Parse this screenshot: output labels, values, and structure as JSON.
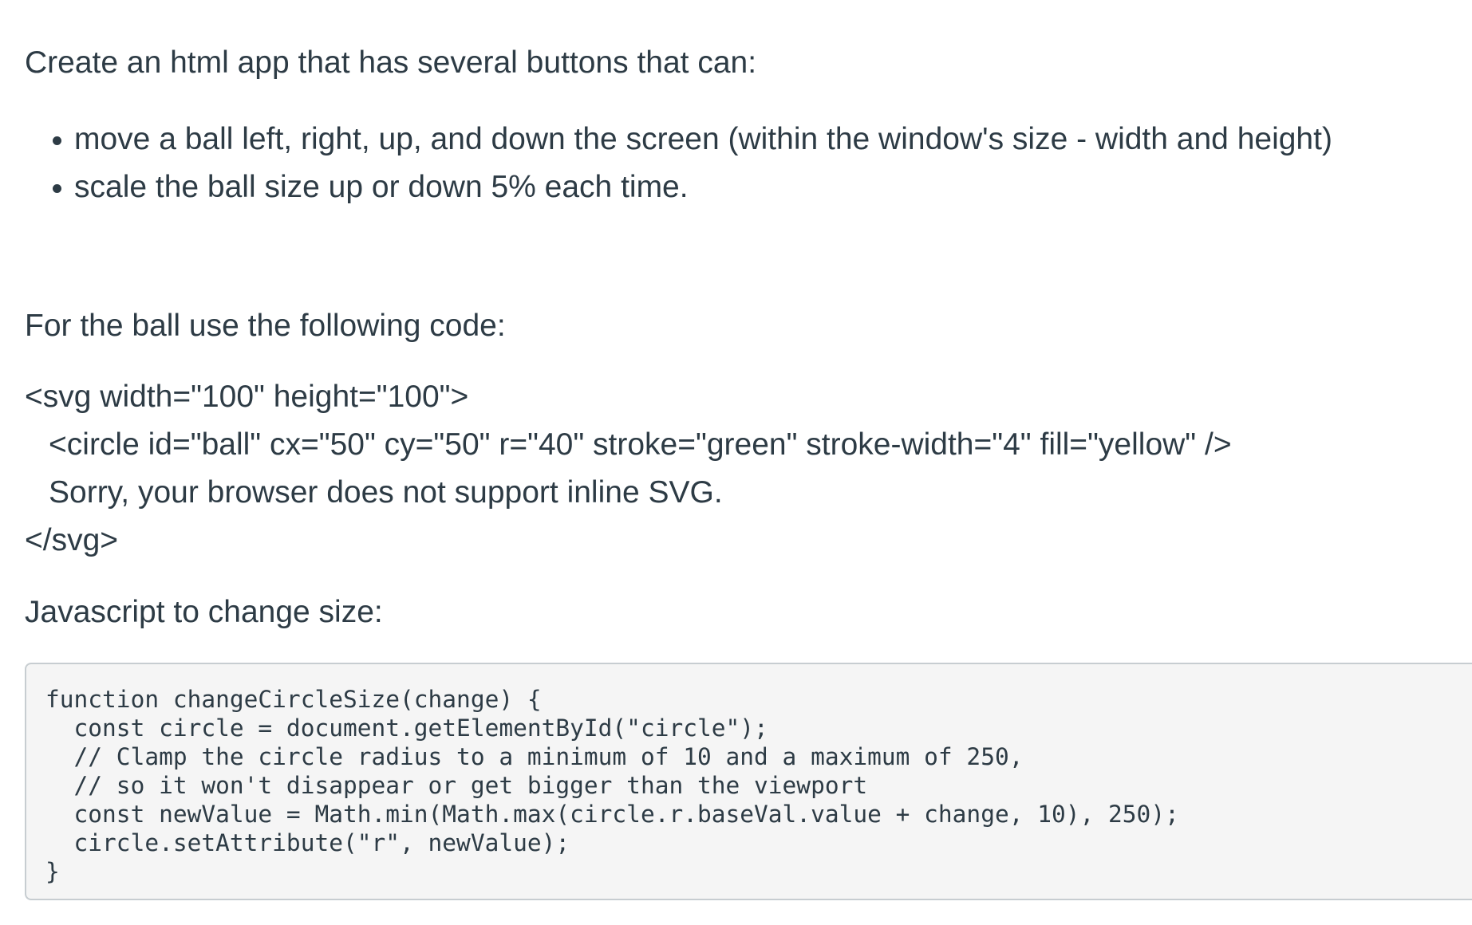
{
  "intro": "Create an html app that has several buttons that can:",
  "bullets": [
    "move a ball left, right, up, and down the screen (within the window's size - width and height)",
    "scale the ball size up or down 5% each time."
  ],
  "ball_heading": "For the ball use the following code:",
  "svg_code": [
    "<svg width=\"100\" height=\"100\">",
    "<circle id=\"ball\" cx=\"50\" cy=\"50\" r=\"40\" stroke=\"green\" stroke-width=\"4\" fill=\"yellow\" />",
    "Sorry, your browser does not support inline SVG.",
    "</svg>"
  ],
  "js_heading": "Javascript to change size:",
  "js_code": [
    "function changeCircleSize(change) {",
    "  const circle = document.getElementById(\"circle\");",
    "  // Clamp the circle radius to a minimum of 10 and a maximum of 250,",
    "  // so it won't disappear or get bigger than the viewport",
    "  const newValue = Math.min(Math.max(circle.r.baseVal.value + change, 10), 250);",
    "  circle.setAttribute(\"r\", newValue);",
    "}"
  ],
  "colors": {
    "text": "#2d3b45",
    "code_background": "#f5f5f5",
    "code_border": "#c7cdd1"
  }
}
